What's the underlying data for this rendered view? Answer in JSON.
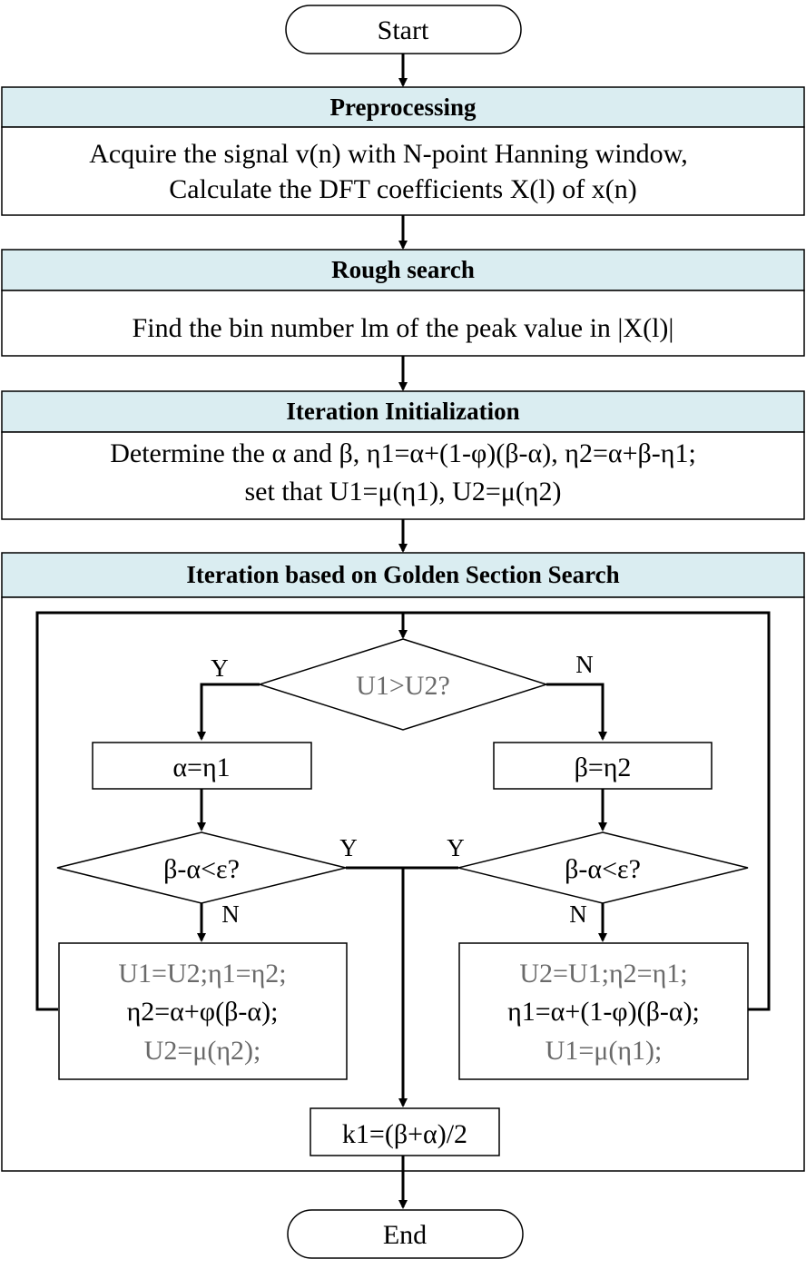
{
  "start": "Start",
  "end": "End",
  "stage1": {
    "title": "Preprocessing",
    "line1": "Acquire the signal v(n) with N-point Hanning window,",
    "line2": "Calculate the DFT coefficients X(l) of x(n)"
  },
  "stage2": {
    "title": "Rough search",
    "line1": "Find the bin number lm of the peak value in |X(l)|"
  },
  "stage3": {
    "title": "Iteration Initialization",
    "line1": "Determine the α and β, η1=α+(1-φ)(β-α), η2=α+β-η1;",
    "line2": "set that U1=μ(η1), U2=μ(η2)"
  },
  "stage4": {
    "title": "Iteration based on Golden Section Search",
    "decision_main": "U1>U2?",
    "branch_yes": "Y",
    "branch_no": "N",
    "left_assign": "α=η1",
    "right_assign": "β=η2",
    "left_check": "β-α<ε?",
    "right_check": "β-α<ε?",
    "left_update": [
      "U1=U2;η1=η2;",
      "η2=α+φ(β-α);",
      "U2=μ(η2);"
    ],
    "right_update": [
      "U2=U1;η2=η1;",
      "η1=α+(1-φ)(β-α);",
      "U1=μ(η1);"
    ],
    "result": "k1=(β+α)/2"
  }
}
